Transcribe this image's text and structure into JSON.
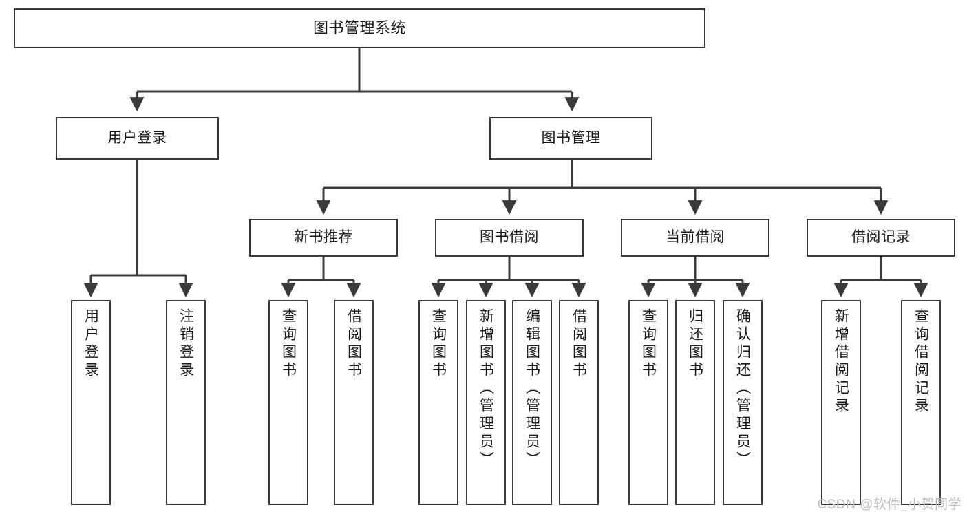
{
  "diagram": {
    "type": "tree",
    "title": "图书管理系统",
    "orientation": "top-down",
    "colors": {
      "stroke": "#3a3a3a",
      "fill": "#ffffff",
      "text": "#1a1a1a",
      "watermark": "#bdbdbd"
    },
    "watermark": "CSDN @软件_小贺同学"
  },
  "nodes": {
    "root": {
      "label": "图书管理系统"
    },
    "level2": [
      {
        "label": "用户登录"
      },
      {
        "label": "图书管理"
      }
    ],
    "level3": [
      {
        "label": "新书推荐"
      },
      {
        "label": "图书借阅"
      },
      {
        "label": "当前借阅"
      },
      {
        "label": "借阅记录"
      }
    ],
    "leaves_user_login": [
      {
        "label": "用户登录"
      },
      {
        "label": "注销登录"
      }
    ],
    "leaves_new_books": [
      {
        "label": "查询图书"
      },
      {
        "label": "借阅图书"
      }
    ],
    "leaves_borrow": [
      {
        "label": "查询图书"
      },
      {
        "label": "新增图书（管理员）"
      },
      {
        "label": "编辑图书（管理员）"
      },
      {
        "label": "借阅图书"
      }
    ],
    "leaves_current": [
      {
        "label": "查询图书"
      },
      {
        "label": "归还图书"
      },
      {
        "label": "确认归还（管理员）"
      }
    ],
    "leaves_records": [
      {
        "label": "新增借阅记录"
      },
      {
        "label": "查询借阅记录"
      }
    ]
  }
}
